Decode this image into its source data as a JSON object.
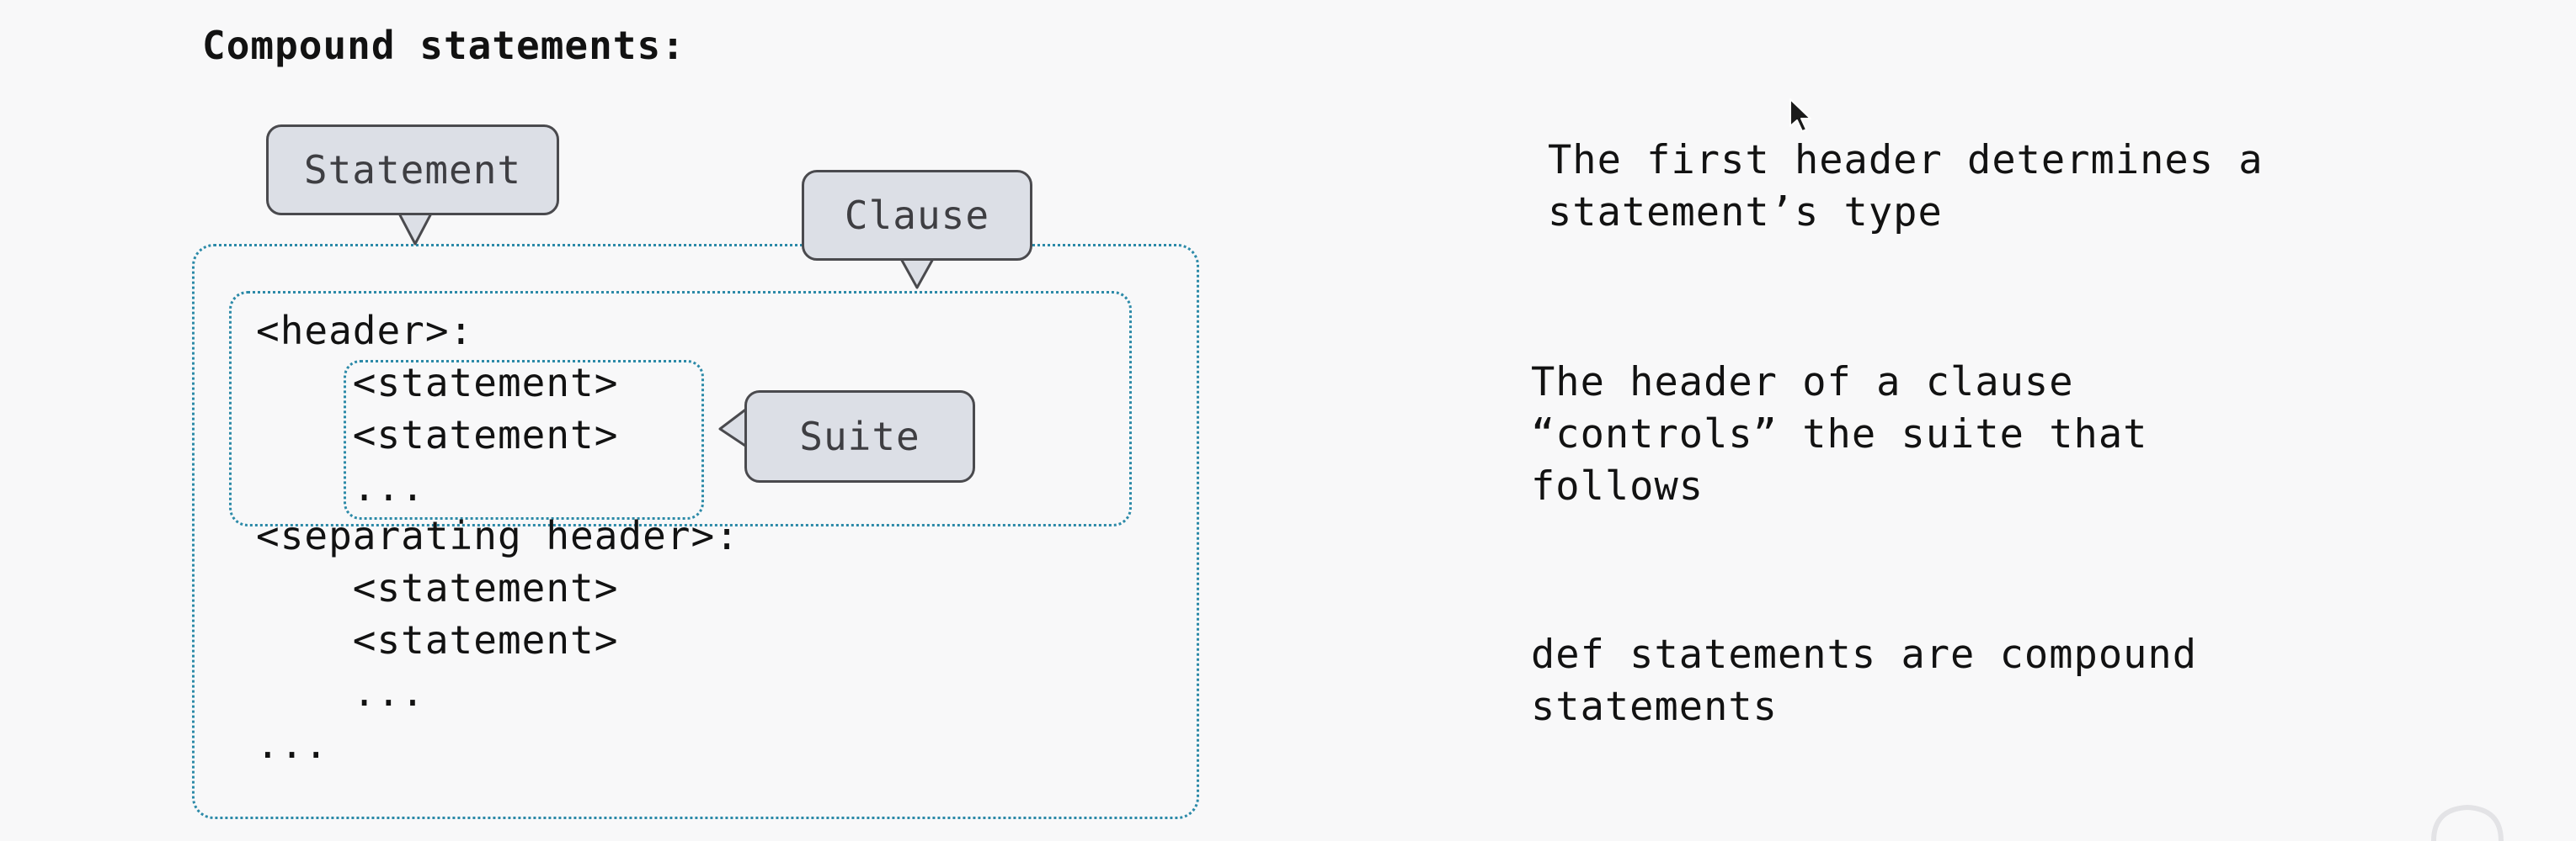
{
  "title": "Compound statements:",
  "callouts": {
    "statement": "Statement",
    "clause": "Clause",
    "suite": "Suite"
  },
  "code_lines": [
    "<header>:",
    "    <statement>",
    "    <statement>",
    "    ...",
    "<separating header>:",
    "    <statement>",
    "    <statement>",
    "    ...",
    "..."
  ],
  "notes": [
    {
      "line1": "The first header determines a",
      "line2": "statement’s type"
    },
    {
      "line1": "The header of a clause",
      "line2": "“controls” the suite that",
      "line3": "follows"
    },
    {
      "line1": "def statements are compound",
      "line2": "statements"
    }
  ],
  "colors": {
    "dotted_border": "#2c8aa8",
    "callout_fill": "#dcdfe6",
    "callout_border": "#4a4a4e",
    "background": "#f8f8f9"
  },
  "icons": [
    "mouse-cursor-icon"
  ]
}
